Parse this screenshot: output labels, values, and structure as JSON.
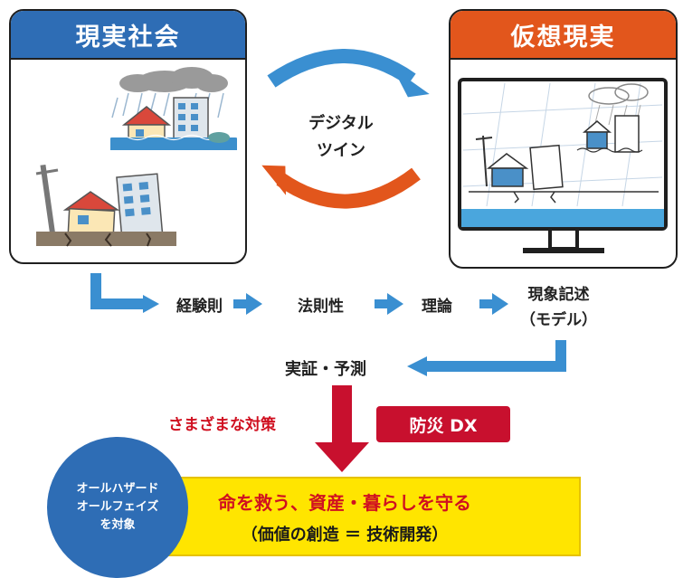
{
  "real_panel": {
    "title": "現実社会",
    "color": "#2e6db5"
  },
  "virtual_panel": {
    "title": "仮想現実",
    "color": "#e2561c"
  },
  "twin_label": {
    "line1": "デジタル",
    "line2": "ツイン"
  },
  "flow": {
    "step1": "経験則",
    "step2": "法則性",
    "step3": "理論",
    "step4_line1": "現象記述",
    "step4_line2": "（モデル）"
  },
  "verify": "実証・予測",
  "measures": "さまざまな対策",
  "badge": "防災 DX",
  "circle": {
    "line1": "オールハザード",
    "line2": "オールフェイズ",
    "line3": "を対象"
  },
  "goal": {
    "line1": "命を救う、資産・暮らしを守る",
    "line2": "（価値の創造 ＝ 技術開発）"
  },
  "colors": {
    "blue": "#2e6db5",
    "orange": "#e2561c",
    "arrow_blue": "#3a8fd1",
    "red": "#c8102e",
    "yellow": "#ffe500"
  }
}
